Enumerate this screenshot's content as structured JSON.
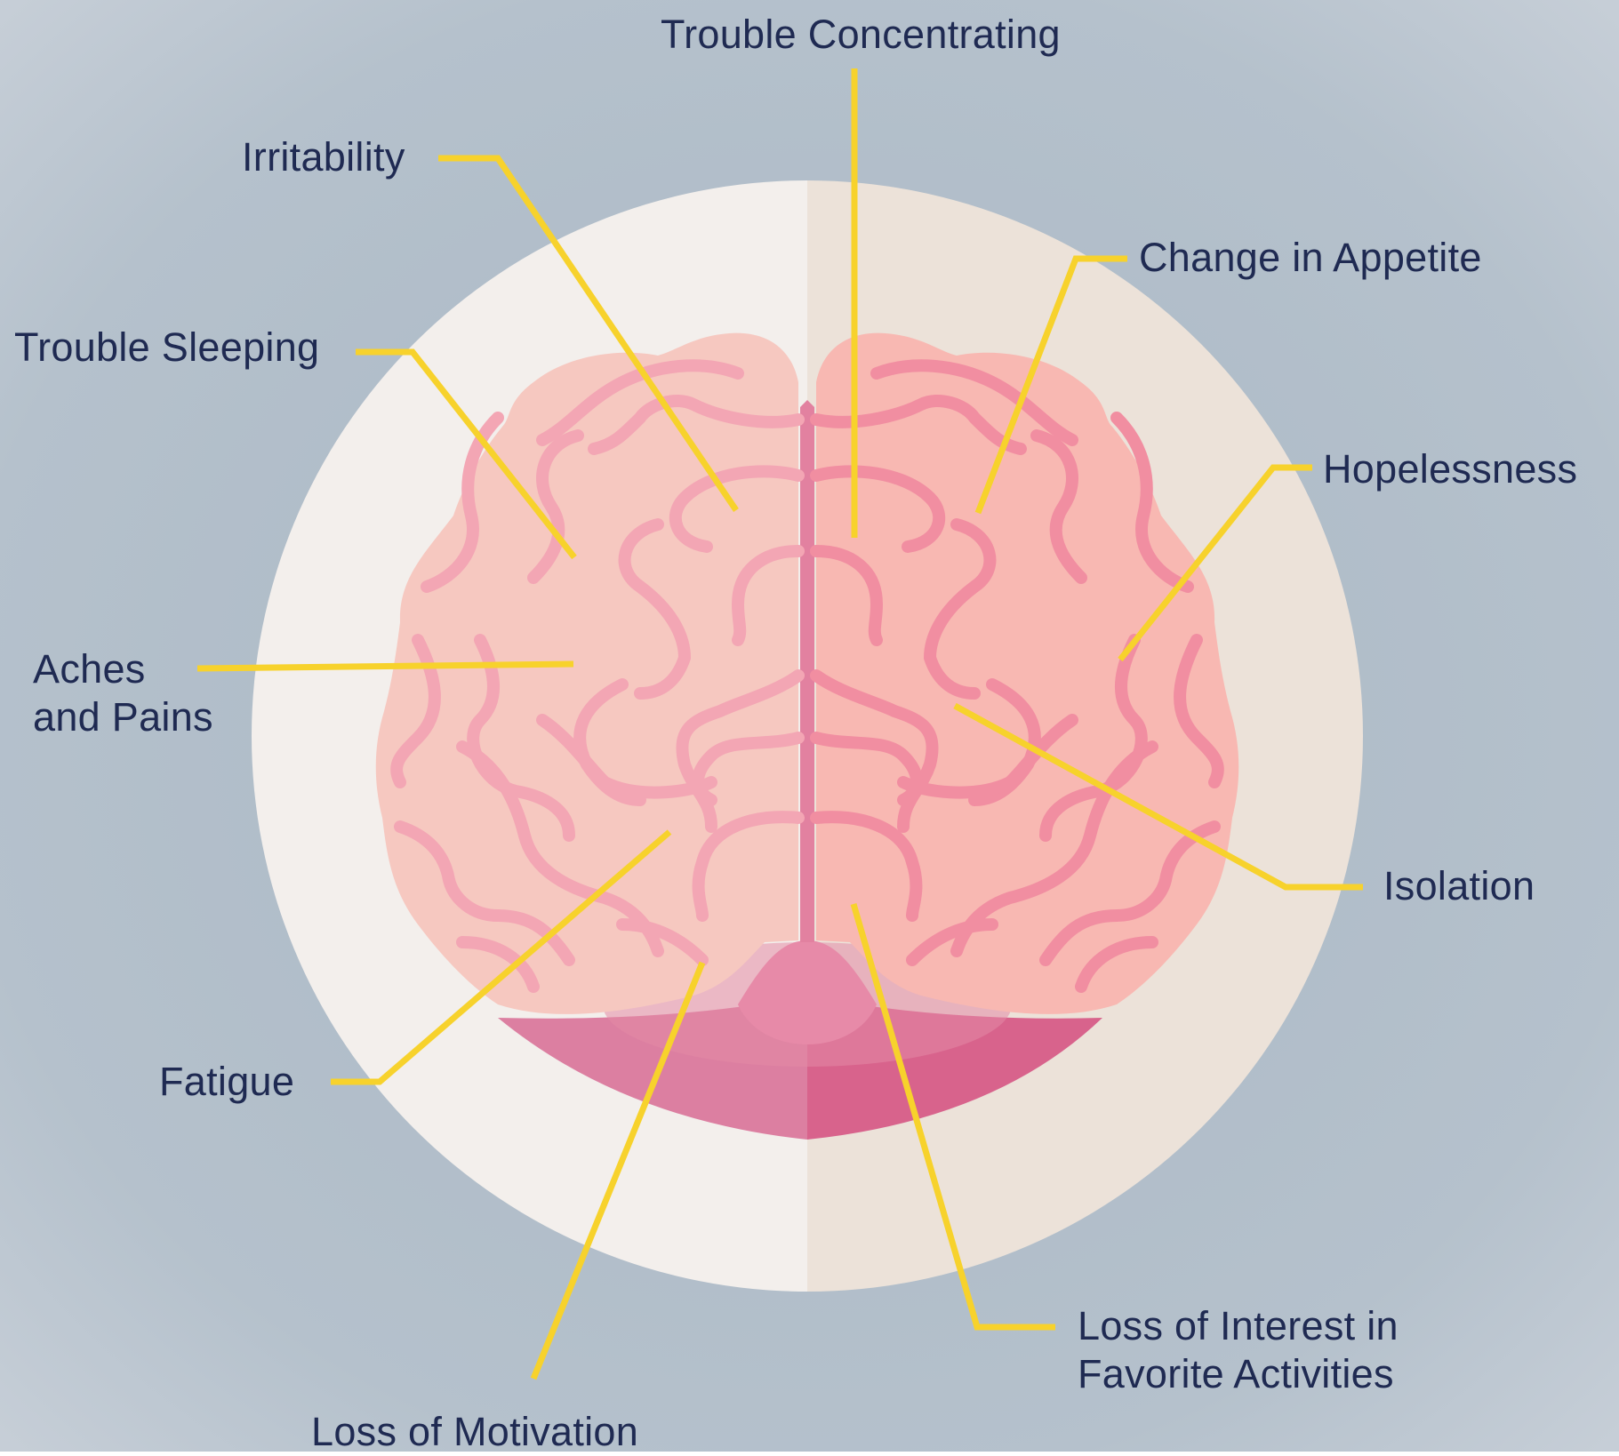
{
  "labels": {
    "trouble_concentrating": "Trouble Concentrating",
    "irritability": "Irritability",
    "change_in_appetite": "Change in Appetite",
    "trouble_sleeping": "Trouble Sleeping",
    "hopelessness": "Hopelessness",
    "aches_line1": "Aches",
    "aches_line2": "and Pains",
    "isolation": "Isolation",
    "fatigue": "Fatigue",
    "loss_interest_line1": "Loss of Interest in",
    "loss_interest_line2": "Favorite Activities",
    "loss_motivation": "Loss of Motivation"
  },
  "colors": {
    "background": "#b3bfca",
    "disc_left": "#f3efec",
    "disc_right": "#ece2d9",
    "brain_left": "#f6c8c0",
    "brain_right": "#f8b8b2",
    "gyri": "#f2a0ad",
    "stem_left": "#dc7fa1",
    "stem_right": "#d8638c",
    "leader_lines": "#f7d22c",
    "text": "#1f2a52"
  }
}
